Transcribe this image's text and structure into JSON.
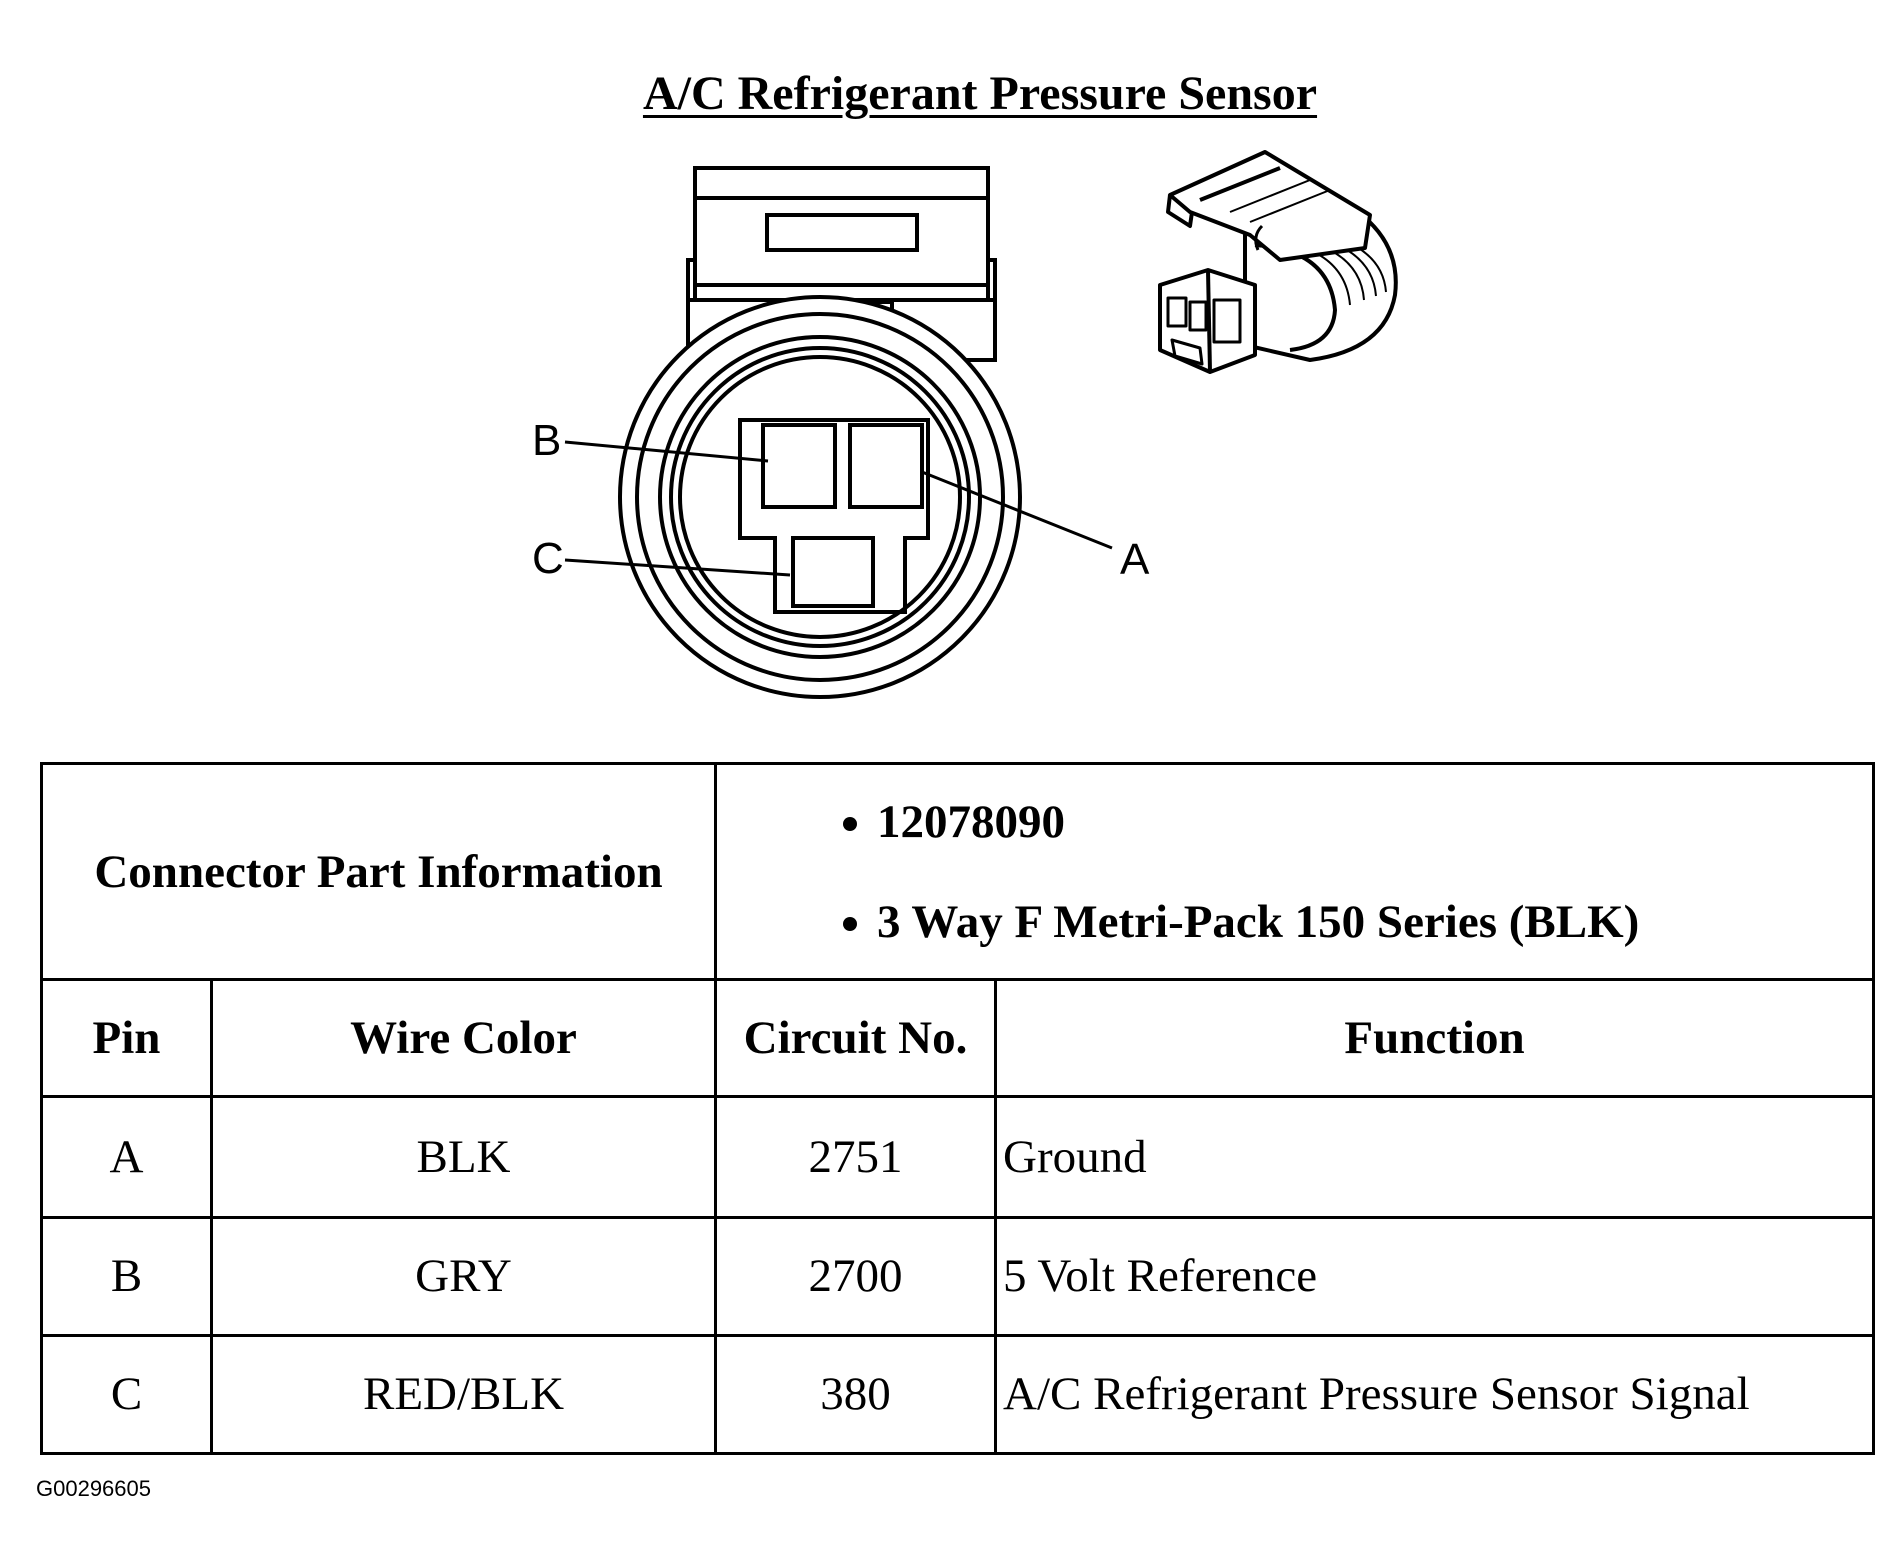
{
  "title": "A/C Refrigerant Pressure Sensor",
  "pins": {
    "a": "A",
    "b": "B",
    "c": "C"
  },
  "connector_info": {
    "label": "Connector Part Information",
    "items": [
      "12078090",
      "3 Way F Metri-Pack 150 Series (BLK)"
    ]
  },
  "table": {
    "headers": [
      "Pin",
      "Wire Color",
      "Circuit No.",
      "Function"
    ],
    "rows": [
      [
        "A",
        "BLK",
        "2751",
        "Ground"
      ],
      [
        "B",
        "GRY",
        "2700",
        "5 Volt Reference"
      ],
      [
        "C",
        "RED/BLK",
        "380",
        "A/C Refrigerant Pressure Sensor Signal"
      ]
    ]
  },
  "figure_id": "G00296605"
}
